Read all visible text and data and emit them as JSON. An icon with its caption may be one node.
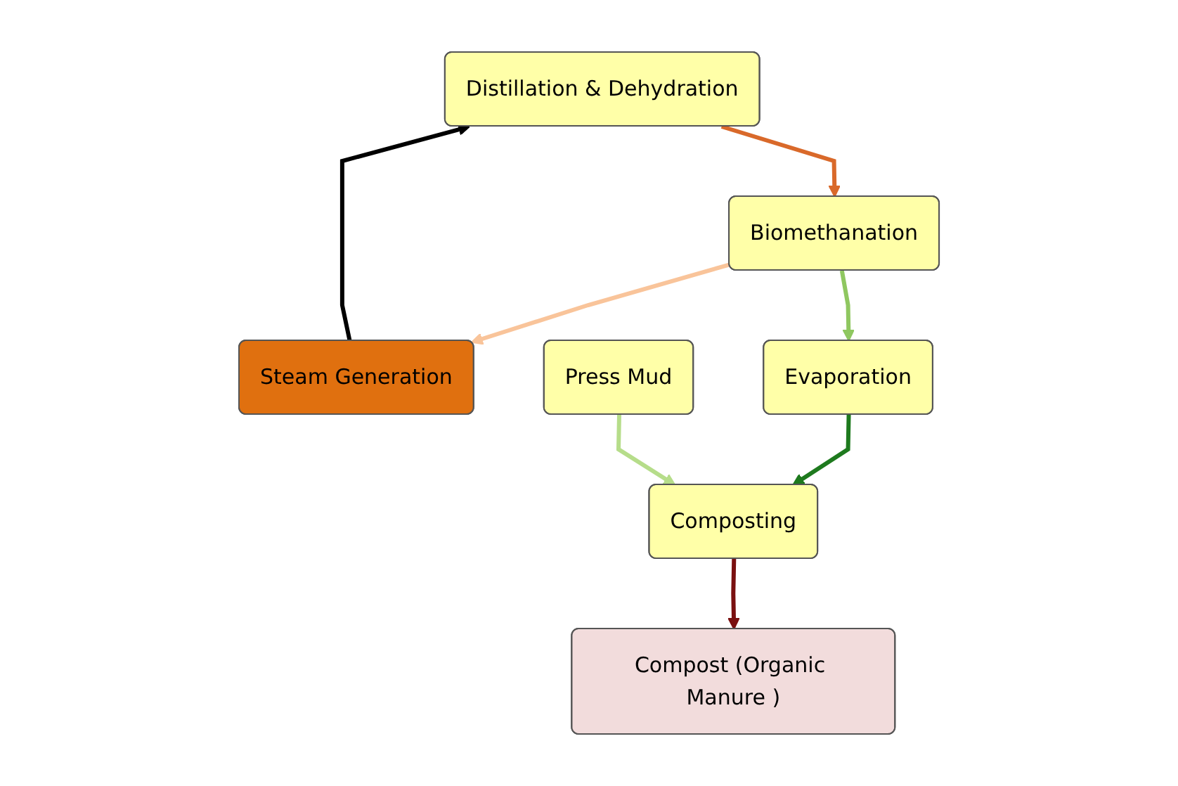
{
  "diagram": {
    "nodes": [
      {
        "text": [
          "Distillation & Dehydration"
        ]
      },
      {
        "text": [
          "Steam Generation"
        ]
      },
      {
        "text": [
          "Biomethanation"
        ]
      },
      {
        "text": [
          "Evaporation"
        ]
      },
      {
        "text": [
          "Compost (Organic Manure )"
        ]
      },
      {
        "text": [
          "Composting"
        ]
      },
      {
        "text": [
          "Press Mud"
        ]
      }
    ],
    "edges": [
      {
        "from": 1,
        "to": 0,
        "arrow": "to",
        "color": "#000000"
      },
      {
        "from": 0,
        "to": 2,
        "arrow": "to",
        "color": "#d9692a"
      },
      {
        "from": 2,
        "to": 1,
        "arrow": "to",
        "color": "#f9c49a"
      },
      {
        "from": 2,
        "to": 3,
        "arrow": "to",
        "color": "#8fc760"
      },
      {
        "from": 3,
        "to": 5,
        "arrow": "to",
        "color": "#1e7a1e"
      },
      {
        "from": 5,
        "to": 4,
        "arrow": "to",
        "color": "#7a1010"
      },
      {
        "from": 6,
        "to": 5,
        "arrow": "to",
        "color": "#b6dd8a"
      }
    ]
  }
}
